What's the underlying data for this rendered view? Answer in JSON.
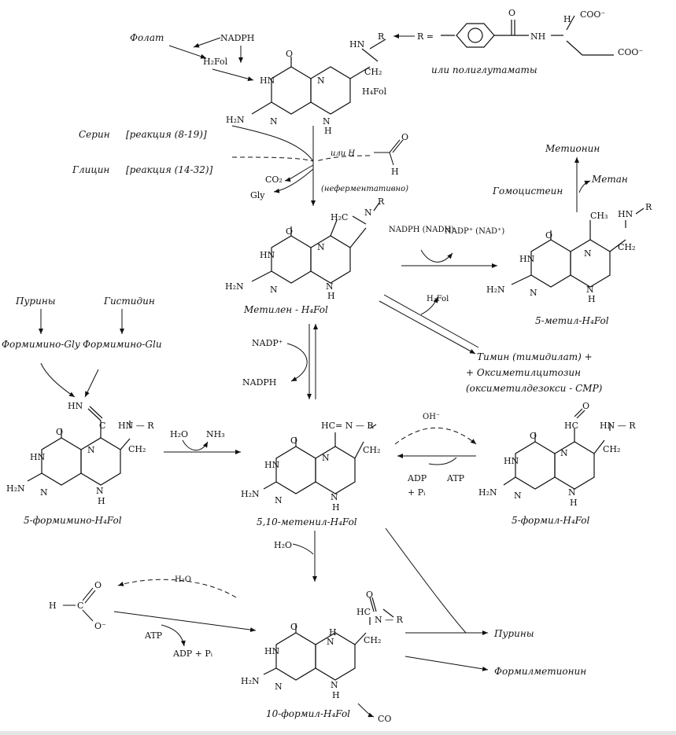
{
  "top": {
    "folate": "Фолат",
    "nadph": "NADPH",
    "h2fol": "H₂Fol",
    "h4fol": "H₄Fol",
    "r_eq": "R =",
    "polyglut": "или полиглутаматы",
    "coo1": "COO⁻",
    "coo2": "COO⁻"
  },
  "reactions": {
    "serine": "Серин",
    "serine_ref": "[реакция (8-19)]",
    "glycine": "Глицин",
    "glycine_ref": "[реакция (14-32)]",
    "or_h": "или H",
    "co2": "CO₂",
    "gly": "Gly",
    "nonenz": "(неферментативно)"
  },
  "methylene": {
    "name": "Метилен - H₄Fol",
    "nadph_nadh": "NADPH (NADH)",
    "nadp_nad": "NADP⁺ (NAD⁺)",
    "h2fol": "H₂Fol",
    "thymine": "Тимин (тимидилат) +",
    "oxymethyl": "+ Оксиметилцитозин",
    "oxymethyl2": "(оксиметилдезокси - CMP)"
  },
  "methyl": {
    "methionine": "Метионин",
    "methane": "Метан",
    "homocysteine": "Гомоцистеин",
    "name": "5-метил-H₄Fol"
  },
  "left": {
    "purines": "Пурины",
    "histidine": "Гистидин",
    "formimino_gly": "Формимино-Gly",
    "formimino_glu": "Формимино-Glu",
    "name": "5-формимино-H₄Fol",
    "h2o": "H₂O",
    "nh3": "NH₃"
  },
  "center": {
    "nadp": "NADP⁺",
    "nadph": "NADPH",
    "methenyl": "5,10-метенил-H₄Fol",
    "oh": "OH⁻",
    "adp": "ADP",
    "pi": "+ Pᵢ",
    "atp": "ATP",
    "h2o": "H₂O"
  },
  "formyl5": {
    "name": "5-формил-H₄Fol"
  },
  "bottom": {
    "h2o": "H₂O",
    "atp": "ATP",
    "adp_pi": "ADP + Pᵢ",
    "name": "10-формил-H₄Fol",
    "co": "CO",
    "purines": "Пурины",
    "formylmet": "Формилметионин"
  }
}
